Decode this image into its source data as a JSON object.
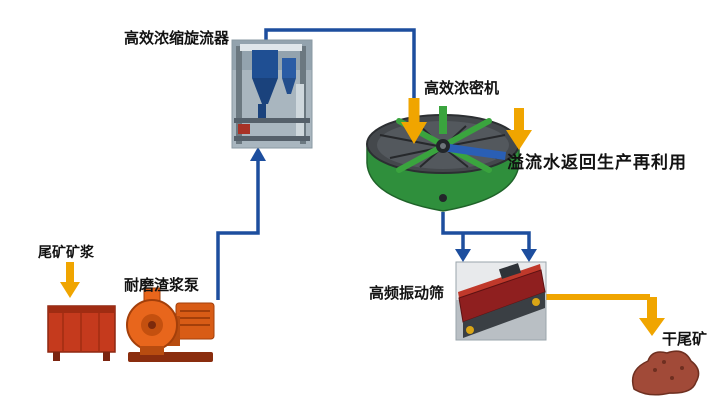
{
  "labels": {
    "cyclone": "高效浓缩旋流器",
    "thickener": "高效浓密机",
    "overflow": "溢流水返回生产再利用",
    "slurry": "尾矿矿浆",
    "pump": "耐磨渣浆泵",
    "screen": "高频振动筛",
    "dry_tailings": "干尾矿"
  },
  "colors": {
    "line_blue": "#1d4e9e",
    "arrow_yellow": "#f0a500",
    "tank_red": "#c53a1d",
    "pump_orange": "#e8661c",
    "thickener_green": "#2f8f3c",
    "thickener_gray": "#44484c",
    "pile_brown": "#a14a38"
  }
}
